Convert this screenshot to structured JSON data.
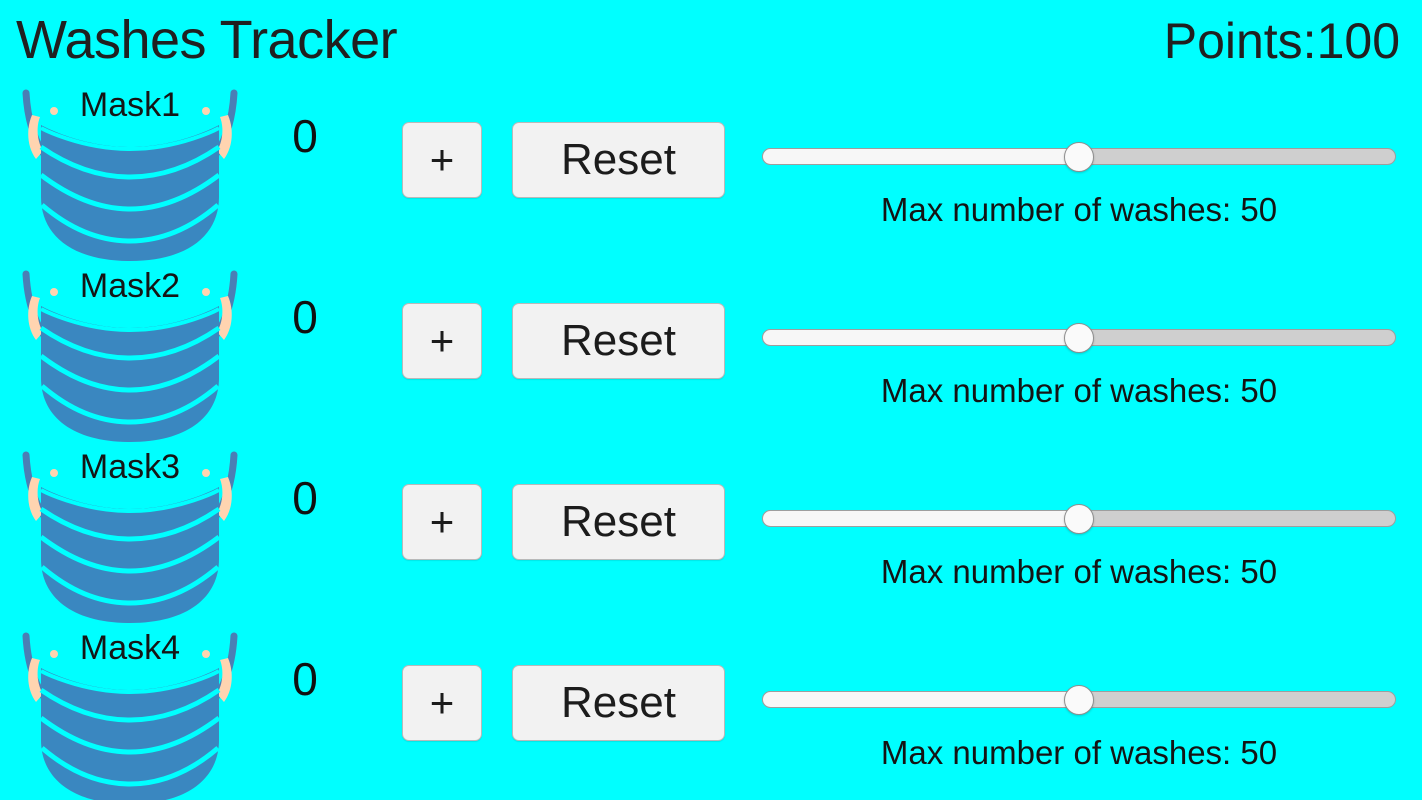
{
  "header": {
    "title": "Washes Tracker",
    "points_label": "Points:100",
    "points_value": 100
  },
  "theme": {
    "background": "#00ffff",
    "mask_body": "#3a87c0",
    "mask_pleat_gap": "#00ffff",
    "mask_strap": "#4a7fb5",
    "mask_ear": "#ffd4b0",
    "button_face": "#f2f2f2",
    "button_border": "#b9b9b9",
    "slider_track": "#cfcfcf",
    "slider_fill": "#f7f7f7",
    "slider_thumb": "#fafafa",
    "text": "#151515"
  },
  "rows": [
    {
      "label": "Mask1",
      "count": "0",
      "increment_label": "+",
      "reset_label": "Reset",
      "slider_percent": 50,
      "max_washes": 50,
      "slider_caption": "Max number of washes: 50",
      "icon": "face-mask-icon"
    },
    {
      "label": "Mask2",
      "count": "0",
      "increment_label": "+",
      "reset_label": "Reset",
      "slider_percent": 50,
      "max_washes": 50,
      "slider_caption": "Max number of washes: 50",
      "icon": "face-mask-icon"
    },
    {
      "label": "Mask3",
      "count": "0",
      "increment_label": "+",
      "reset_label": "Reset",
      "slider_percent": 50,
      "max_washes": 50,
      "slider_caption": "Max number of washes: 50",
      "icon": "face-mask-icon"
    },
    {
      "label": "Mask4",
      "count": "0",
      "increment_label": "+",
      "reset_label": "Reset",
      "slider_percent": 50,
      "max_washes": 50,
      "slider_caption": "Max number of washes: 50",
      "icon": "face-mask-icon"
    }
  ]
}
